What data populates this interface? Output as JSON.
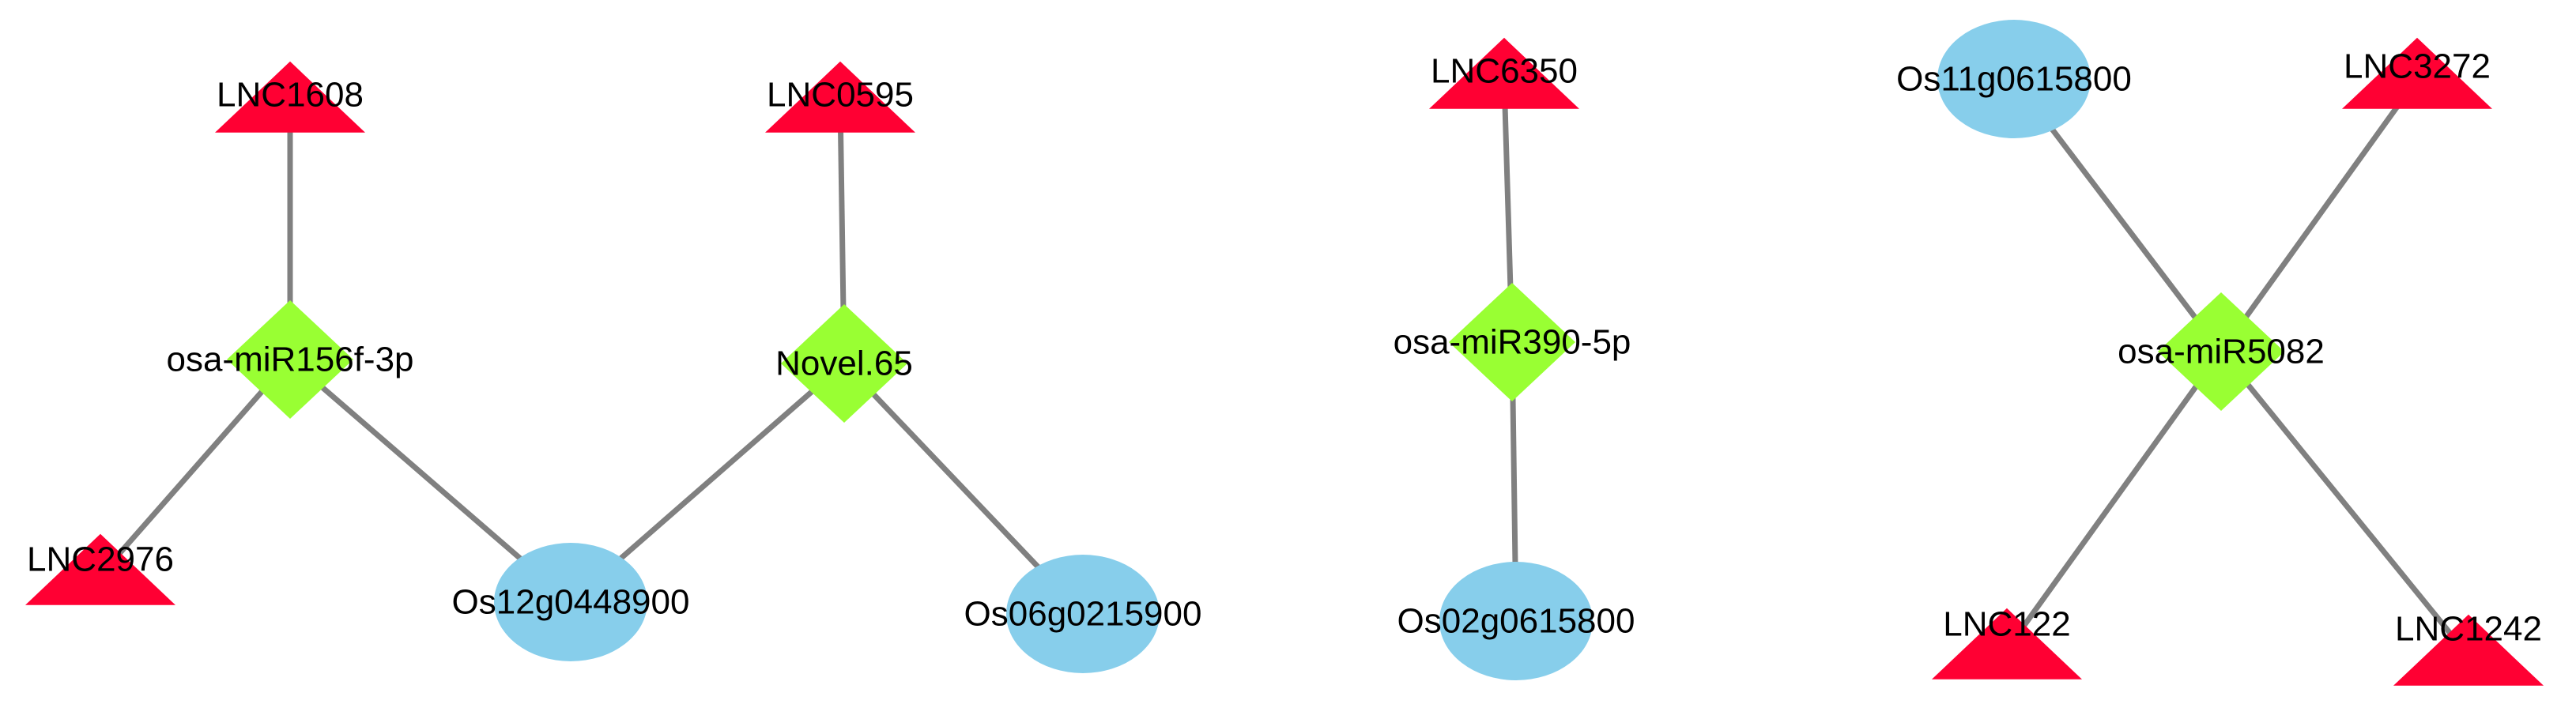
{
  "colors": {
    "background": "#ffffff",
    "lncrna": "#ff0033",
    "mirna": "#99ff33",
    "gene": "#87ceeb",
    "edge": "#808080",
    "label": "#000000"
  },
  "node_types": {
    "lncrna": "triangle",
    "mirna": "diamond",
    "gene": "ellipse"
  },
  "nodes": [
    {
      "id": "LNC1608",
      "type": "lncrna"
    },
    {
      "id": "LNC0595",
      "type": "lncrna"
    },
    {
      "id": "LNC2976",
      "type": "lncrna"
    },
    {
      "id": "LNC6350",
      "type": "lncrna"
    },
    {
      "id": "LNC3272",
      "type": "lncrna"
    },
    {
      "id": "LNC122",
      "type": "lncrna"
    },
    {
      "id": "LNC1242",
      "type": "lncrna"
    },
    {
      "id": "osa-miR156f-3p",
      "type": "mirna"
    },
    {
      "id": "Novel.65",
      "type": "mirna"
    },
    {
      "id": "osa-miR390-5p",
      "type": "mirna"
    },
    {
      "id": "osa-miR5082",
      "type": "mirna"
    },
    {
      "id": "Os12g0448900",
      "type": "gene"
    },
    {
      "id": "Os06g0215900",
      "type": "gene"
    },
    {
      "id": "Os02g0615800",
      "type": "gene"
    },
    {
      "id": "Os11g0615800",
      "type": "gene"
    }
  ],
  "edges": [
    [
      "LNC1608",
      "osa-miR156f-3p"
    ],
    [
      "osa-miR156f-3p",
      "LNC2976"
    ],
    [
      "osa-miR156f-3p",
      "Os12g0448900"
    ],
    [
      "Os12g0448900",
      "Novel.65"
    ],
    [
      "LNC0595",
      "Novel.65"
    ],
    [
      "Novel.65",
      "Os06g0215900"
    ],
    [
      "LNC6350",
      "osa-miR390-5p"
    ],
    [
      "osa-miR390-5p",
      "Os02g0615800"
    ],
    [
      "Os11g0615800",
      "osa-miR5082"
    ],
    [
      "LNC3272",
      "osa-miR5082"
    ],
    [
      "osa-miR5082",
      "LNC122"
    ],
    [
      "osa-miR5082",
      "LNC1242"
    ]
  ]
}
